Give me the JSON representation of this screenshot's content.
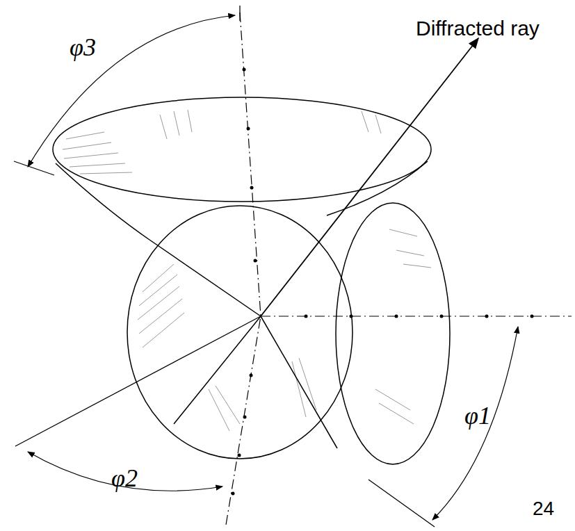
{
  "diagram": {
    "labels": [
      "Diffracted ray",
      "φ3",
      "φ2",
      "φ1",
      "24"
    ]
  }
}
